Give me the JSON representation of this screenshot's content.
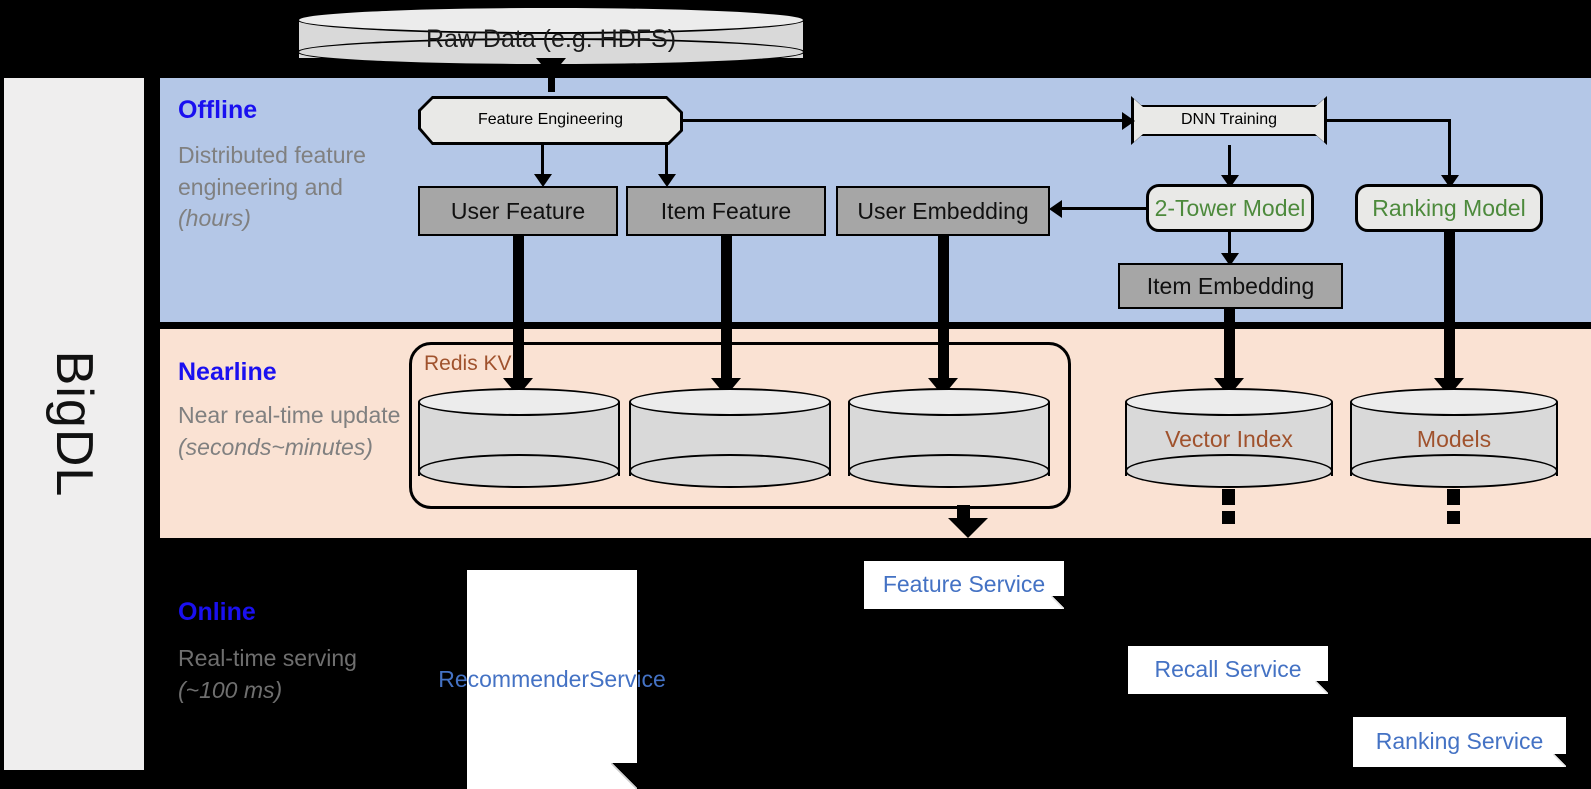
{
  "sidebar": {
    "label": "BigDL"
  },
  "bands": {
    "offline": {
      "title": "Offline",
      "subtitle": "Distributed feature engineering and ",
      "subtitle_em": "(hours)"
    },
    "nearline": {
      "title": "Nearline",
      "subtitle": "Near real-time update ",
      "subtitle_em": "(seconds~minutes)"
    },
    "online": {
      "title": "Online",
      "subtitle": "Real-time serving ",
      "subtitle_em": "(~100 ms)"
    }
  },
  "nodes": {
    "raw_data": "Raw Data (e.g. HDFS)",
    "feature_eng": "Feature Engineering",
    "dnn_training": "DNN Training",
    "user_feature": "User Feature",
    "item_feature": "Item Feature",
    "user_embedding": "User Embedding",
    "two_tower": "2-Tower Model",
    "ranking_model": "Ranking Model",
    "item_embedding": "Item Embedding",
    "redis_kv": "Redis KV",
    "vector_index": "Vector Index",
    "models": "Models",
    "feature_service": "Feature Service",
    "recommender_service_l1": "Recommender",
    "recommender_service_l2": "Service",
    "recall_service": "Recall Service",
    "ranking_service": "Ranking Service"
  },
  "colors": {
    "offline_band": "#b4c7e7",
    "nearline_band": "#fae2d3",
    "online_band": "#000000",
    "band_title": "#1a10f0",
    "band_subtitle": "#808080",
    "process_text": "#4472c4",
    "model_text": "#4d8a3c",
    "storage_text": "#a0522d",
    "data_box": "#a6a6a6",
    "sidebar_bg": "#efeeee"
  }
}
